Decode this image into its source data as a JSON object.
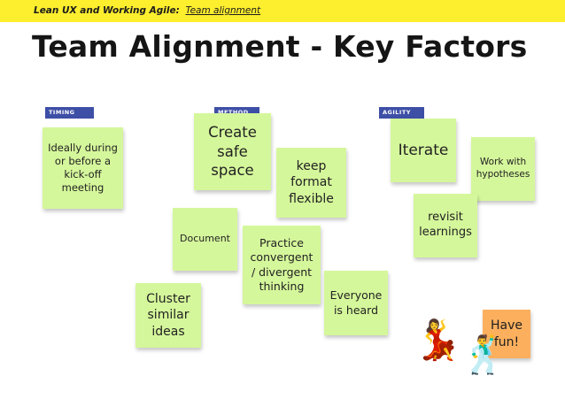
{
  "breadcrumb": {
    "section": "Lean UX and Working Agile:",
    "link": "Team alignment"
  },
  "page_title": "Team Alignment - Key Factors",
  "tags": {
    "timing": "TIMING",
    "method": "METHOD",
    "agility": "AGILITY"
  },
  "notes": {
    "timing_kickoff": "Ideally during\nor before a\nkick-off\nmeeting",
    "create_safe_space": "Create\nsafe\nspace",
    "keep_format_flexible": "keep\nformat\nflexible",
    "document": "Document",
    "practice_thinking": "Practice\nconvergent\n/ divergent\nthinking",
    "cluster_ideas": "Cluster\nsimilar\nideas",
    "everyone_heard": "Everyone\nis heard",
    "iterate": "Iterate",
    "work_hypotheses": "Work with\nhypotheses",
    "revisit_learnings": "revisit\nlearnings",
    "have_fun": "Have\nfun!"
  },
  "decorations": {
    "dancer_woman": "💃",
    "dancer_man": "🕺"
  },
  "colors": {
    "topbar": "#fdee2e",
    "tag": "#3e4fa6",
    "note_green": "#d5f79b",
    "note_orange": "#fcb05e"
  }
}
